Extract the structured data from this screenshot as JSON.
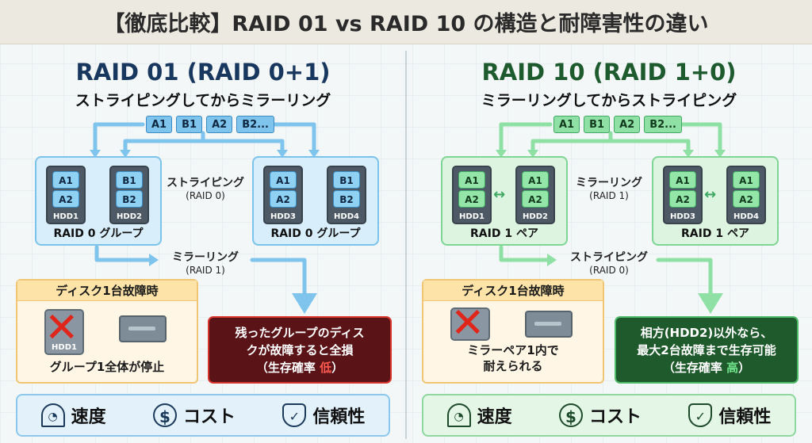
{
  "title": "【徹底比較】RAID 01 vs RAID 10 の構造と耐障害性の違い",
  "colors": {
    "raid01_accent": "#17375e",
    "raid10_accent": "#1d5a2e",
    "raid01_fill": "#8fd1f3",
    "raid10_fill": "#94e6a8",
    "fail_red": "#e0261b"
  },
  "left": {
    "heading": "RAID 01 (RAID 0+1)",
    "subheading": "ストライピングしてからミラーリング",
    "sequence": [
      "A1",
      "B1",
      "A2",
      "B2..."
    ],
    "groups": [
      {
        "label": "RAID 0 グループ",
        "hdds": [
          {
            "name": "HDD1",
            "blocks": [
              "A1",
              "A2"
            ]
          },
          {
            "name": "HDD2",
            "blocks": [
              "B1",
              "B2"
            ]
          }
        ]
      },
      {
        "label": "RAID 0 グループ",
        "hdds": [
          {
            "name": "HDD3",
            "blocks": [
              "A1",
              "A2"
            ]
          },
          {
            "name": "HDD4",
            "blocks": [
              "B1",
              "B2"
            ]
          }
        ]
      }
    ],
    "inner_label": "ストライピング",
    "inner_sub": "(RAID 0)",
    "outer_label": "ミラーリング",
    "outer_sub": "(RAID 1)",
    "scenario": {
      "heading": "ディスク1台故障時",
      "failed_hdd": "HDD1",
      "text": "グループ1全体が停止"
    },
    "result": {
      "line1": "残ったグループのディス",
      "line2": "クが故障すると全損",
      "rate_prefix": "（生存確率 ",
      "rate_value": "低",
      "rate_suffix": "）"
    },
    "metrics": [
      {
        "icon": "speedometer-icon",
        "label": "速度"
      },
      {
        "icon": "dollar-icon",
        "label": "コスト"
      },
      {
        "icon": "shield-check-icon",
        "label": "信頼性"
      }
    ]
  },
  "right": {
    "heading": "RAID 10 (RAID 1+0)",
    "subheading": "ミラーリングしてからストライピング",
    "sequence": [
      "A1",
      "B1",
      "A2",
      "B2..."
    ],
    "groups": [
      {
        "label": "RAID 1 ペア",
        "hdds": [
          {
            "name": "HDD1",
            "blocks": [
              "A1",
              "A2"
            ]
          },
          {
            "name": "HDD2",
            "blocks": [
              "A1",
              "A2"
            ]
          }
        ]
      },
      {
        "label": "RAID 1 ペア",
        "hdds": [
          {
            "name": "HDD3",
            "blocks": [
              "A1",
              "A2"
            ]
          },
          {
            "name": "HDD4",
            "blocks": [
              "A1",
              "A2"
            ]
          }
        ]
      }
    ],
    "inner_label": "ミラーリング",
    "inner_sub": "(RAID 1)",
    "outer_label": "ストライピング",
    "outer_sub": "(RAID 0)",
    "scenario": {
      "heading": "ディスク1台故障時",
      "text_line1": "ミラーペア1内で",
      "text_line2": "耐えられる"
    },
    "result": {
      "line1": "相方(HDD2)以外なら、",
      "line2": "最大2台故障まで生存可能",
      "rate_prefix": "（生存確率 ",
      "rate_value": "高",
      "rate_suffix": "）"
    },
    "metrics": [
      {
        "icon": "speedometer-icon",
        "label": "速度"
      },
      {
        "icon": "dollar-icon",
        "label": "コスト"
      },
      {
        "icon": "shield-check-icon",
        "label": "信頼性"
      }
    ]
  }
}
